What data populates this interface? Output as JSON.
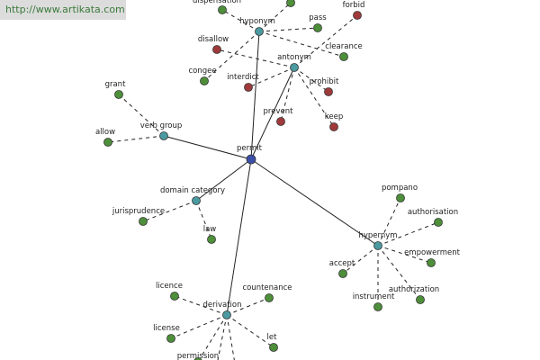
{
  "watermark": "http://www.artikata.com",
  "colors": {
    "center": "#3b4fa8",
    "category": "#4a9aa0",
    "leaf_green": "#4e8f3a",
    "leaf_red": "#a03a3a"
  },
  "diagram": {
    "center": {
      "id": "permit",
      "label": "permit"
    },
    "categories": [
      {
        "id": "hyponym",
        "label": "hyponym"
      },
      {
        "id": "antonym",
        "label": "antonym"
      },
      {
        "id": "verb_group",
        "label": "verb group"
      },
      {
        "id": "domain_category",
        "label": "domain category"
      },
      {
        "id": "hypernym",
        "label": "hypernym"
      },
      {
        "id": "derivation",
        "label": "derivation"
      }
    ],
    "leaves": [
      {
        "id": "dispensation",
        "label": "dispensation",
        "parent": "hyponym",
        "color": "green"
      },
      {
        "id": "pass",
        "label": "pass",
        "parent": "hyponym",
        "color": "green"
      },
      {
        "id": "clearance",
        "label": "clearance",
        "parent": "hyponym",
        "color": "green"
      },
      {
        "id": "hyp_top",
        "label": "",
        "parent": "hyponym",
        "color": "green"
      },
      {
        "id": "forbid",
        "label": "forbid",
        "parent": "antonym",
        "color": "red"
      },
      {
        "id": "disallow",
        "label": "disallow",
        "parent": "antonym",
        "color": "red"
      },
      {
        "id": "congee",
        "label": "congee",
        "parent": "hyponym",
        "color": "green"
      },
      {
        "id": "interdict",
        "label": "interdict",
        "parent": "antonym",
        "color": "red"
      },
      {
        "id": "prohibit",
        "label": "prohibit",
        "parent": "antonym",
        "color": "red"
      },
      {
        "id": "prevent",
        "label": "prevent",
        "parent": "antonym",
        "color": "red"
      },
      {
        "id": "keep",
        "label": "keep",
        "parent": "antonym",
        "color": "red"
      },
      {
        "id": "grant",
        "label": "grant",
        "parent": "verb_group",
        "color": "green"
      },
      {
        "id": "allow",
        "label": "allow",
        "parent": "verb_group",
        "color": "green"
      },
      {
        "id": "jurisprudence",
        "label": "jurisprudence",
        "parent": "domain_category",
        "color": "green"
      },
      {
        "id": "law",
        "label": "law",
        "parent": "domain_category",
        "color": "green"
      },
      {
        "id": "pompano",
        "label": "pompano",
        "parent": "hypernym",
        "color": "green"
      },
      {
        "id": "authorisation",
        "label": "authorisation",
        "parent": "hypernym",
        "color": "green"
      },
      {
        "id": "empowerment",
        "label": "empowerment",
        "parent": "hypernym",
        "color": "green"
      },
      {
        "id": "accept",
        "label": "accept",
        "parent": "hypernym",
        "color": "green"
      },
      {
        "id": "instrument",
        "label": "instrument",
        "parent": "hypernym",
        "color": "green"
      },
      {
        "id": "authorization",
        "label": "authorization",
        "parent": "hypernym",
        "color": "green"
      },
      {
        "id": "licence",
        "label": "licence",
        "parent": "derivation",
        "color": "green"
      },
      {
        "id": "countenance",
        "label": "countenance",
        "parent": "derivation",
        "color": "green"
      },
      {
        "id": "license",
        "label": "license",
        "parent": "derivation",
        "color": "green"
      },
      {
        "id": "let",
        "label": "let",
        "parent": "derivation",
        "color": "green"
      },
      {
        "id": "permission",
        "label": "permission",
        "parent": "derivation",
        "color": "green"
      }
    ]
  }
}
